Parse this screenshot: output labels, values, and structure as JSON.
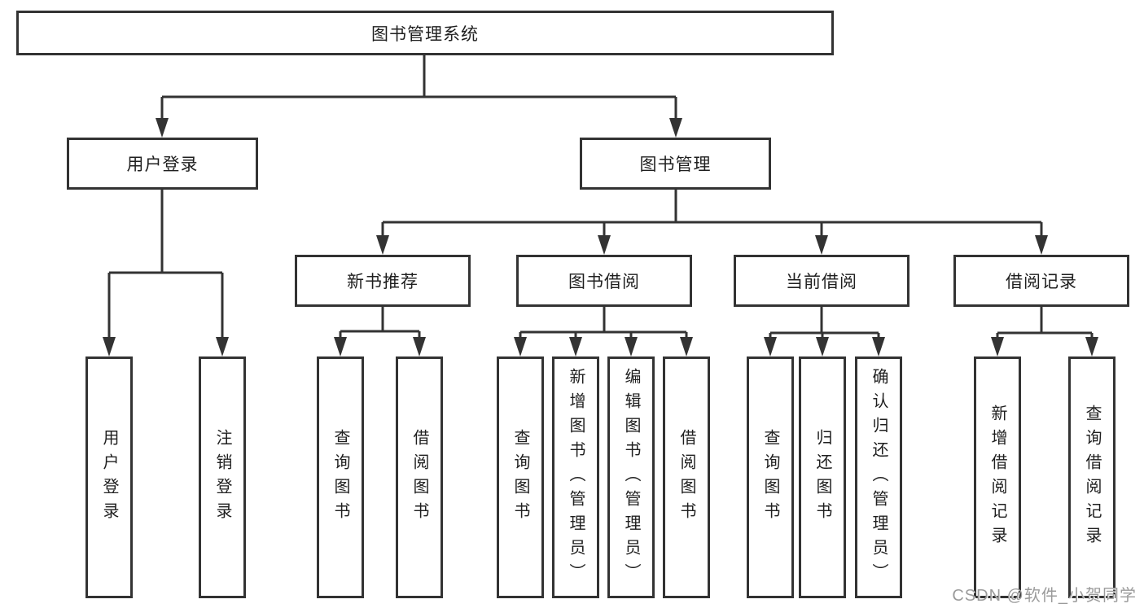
{
  "tree": {
    "root": {
      "label": "图书管理系统"
    },
    "level2": [
      {
        "label": "用户登录",
        "children": [
          "用户登录",
          "注销登录"
        ]
      },
      {
        "label": "图书管理"
      }
    ],
    "level3": [
      {
        "label": "新书推荐",
        "children": [
          "查询图书",
          "借阅图书"
        ]
      },
      {
        "label": "图书借阅",
        "children": [
          "查询图书",
          "新增图书（管理员）",
          "编辑图书（管理员）",
          "借阅图书"
        ]
      },
      {
        "label": "当前借阅",
        "children": [
          "查询图书",
          "归还图书",
          "确认归还（管理员）"
        ]
      },
      {
        "label": "借阅记录",
        "children": [
          "新增借阅记录",
          "查询借阅记录"
        ]
      }
    ]
  },
  "watermark": "CSDN @软件_小贺同学",
  "colors": {
    "line": "#333333",
    "box_fill": "#ffffff",
    "text": "#1f1f1f",
    "watermark": "#9b9b9b"
  }
}
